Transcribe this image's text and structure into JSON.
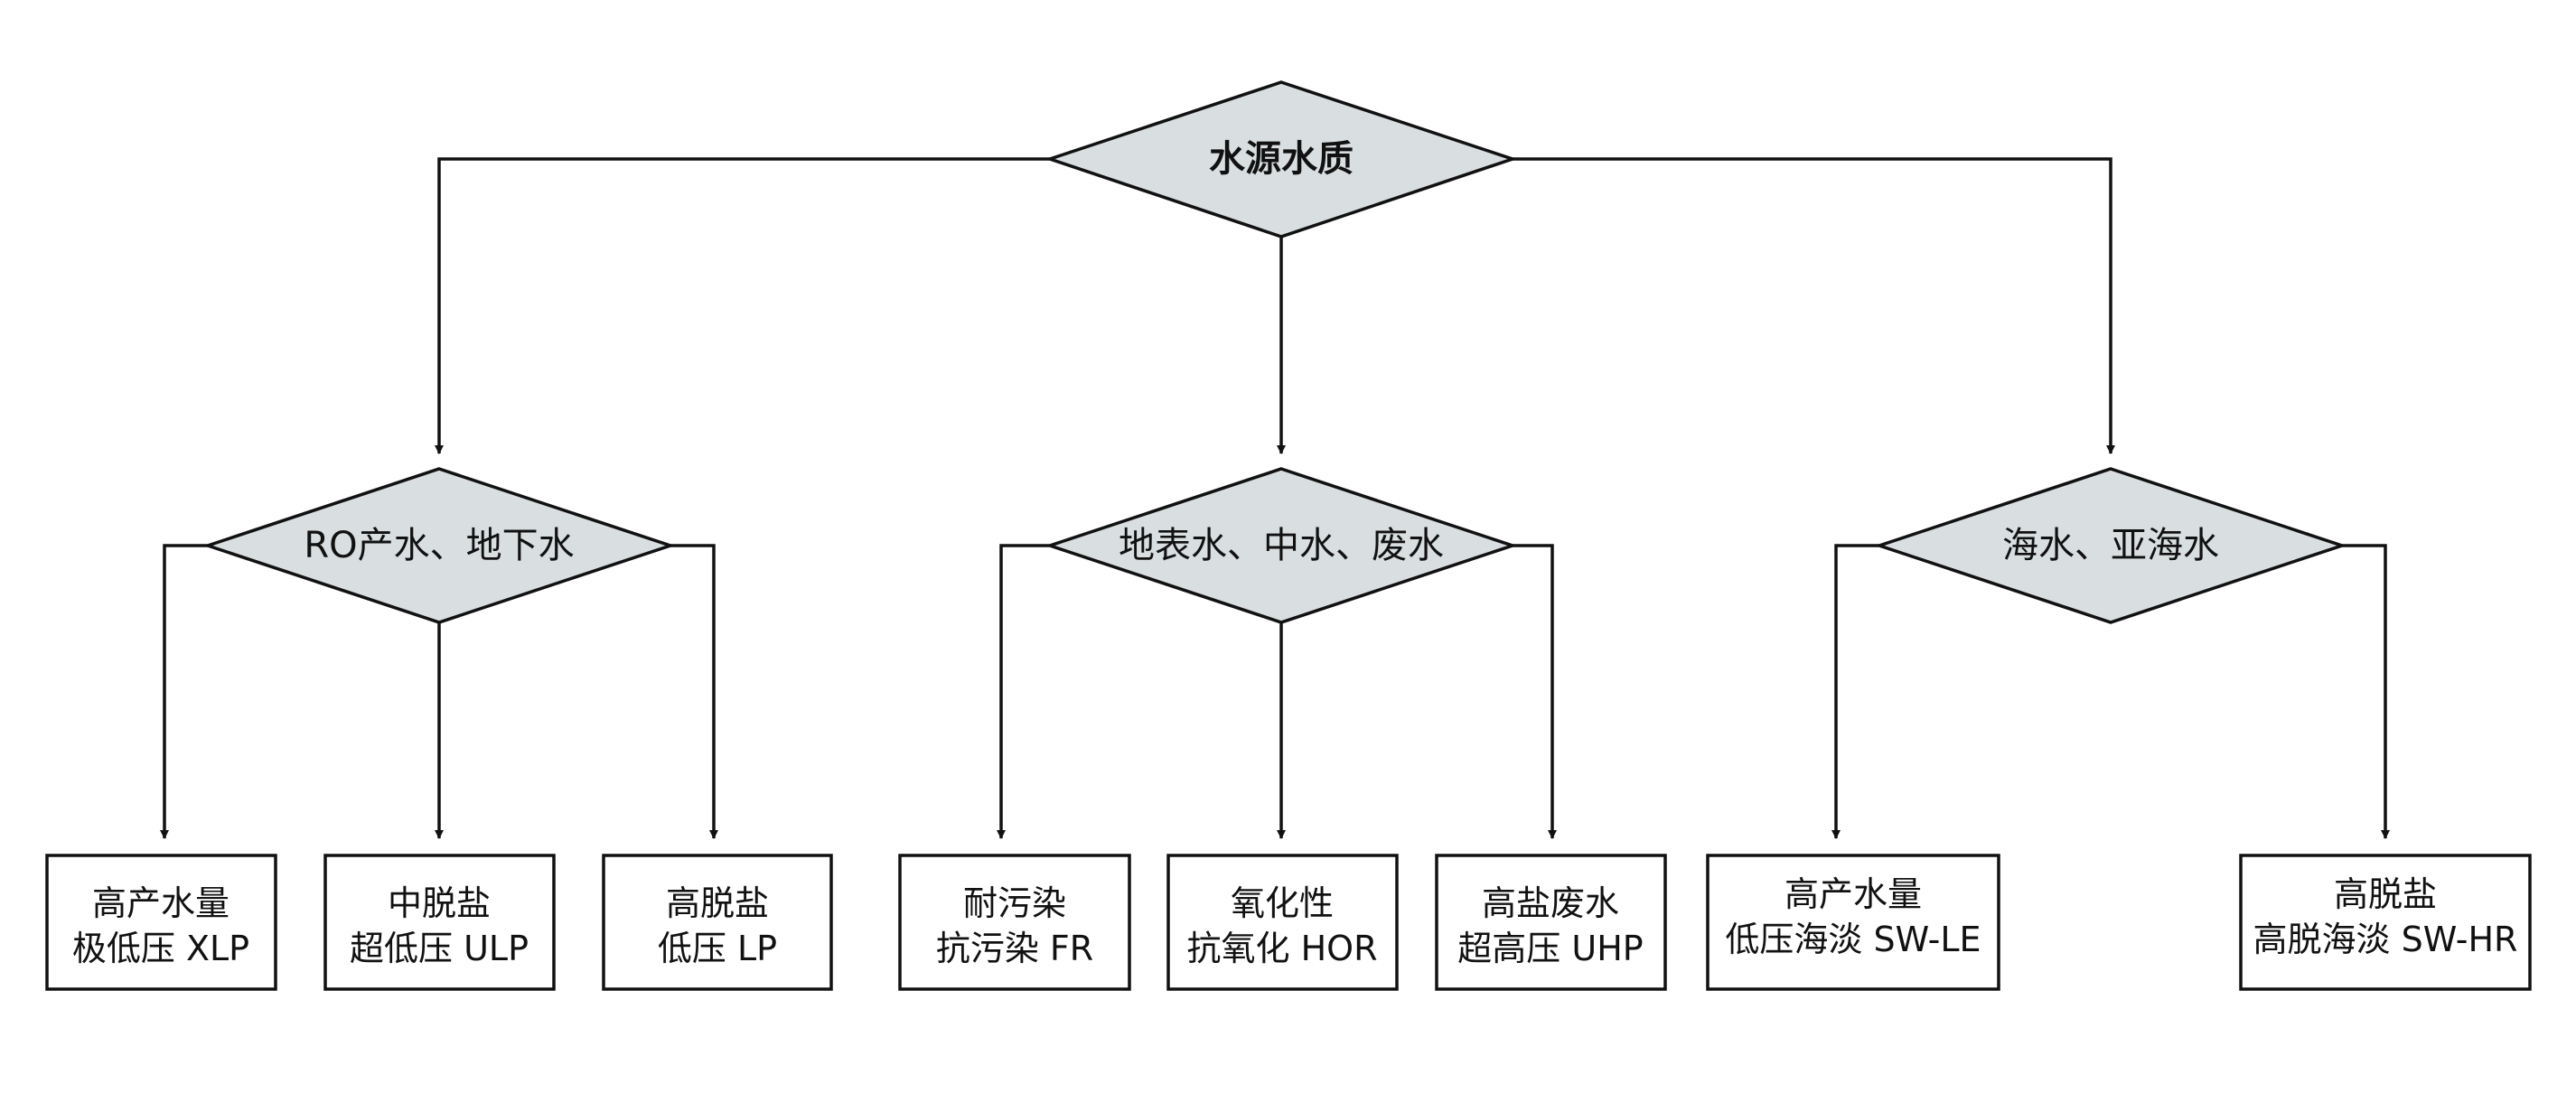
{
  "diagram": {
    "root": {
      "label": "水源水质"
    },
    "categories": [
      {
        "label": "RO产水、地下水",
        "leaves": [
          {
            "line1": "高产水量",
            "line2": "极低压 XLP"
          },
          {
            "line1": "中脱盐",
            "line2": "超低压 ULP"
          },
          {
            "line1": "高脱盐",
            "line2": "低压 LP"
          }
        ]
      },
      {
        "label": "地表水、中水、废水",
        "leaves": [
          {
            "line1": "耐污染",
            "line2": "抗污染 FR"
          },
          {
            "line1": "氧化性",
            "line2": "抗氧化 HOR"
          },
          {
            "line1": "高盐废水",
            "line2": "超高压 UHP"
          }
        ]
      },
      {
        "label": "海水、亚海水",
        "leaves": [
          {
            "line1": "高产水量",
            "line2": "低压海淡 SW-LE"
          },
          {
            "line1": "高脱盐",
            "line2": "高脱海淡 SW-HR"
          }
        ]
      }
    ]
  }
}
